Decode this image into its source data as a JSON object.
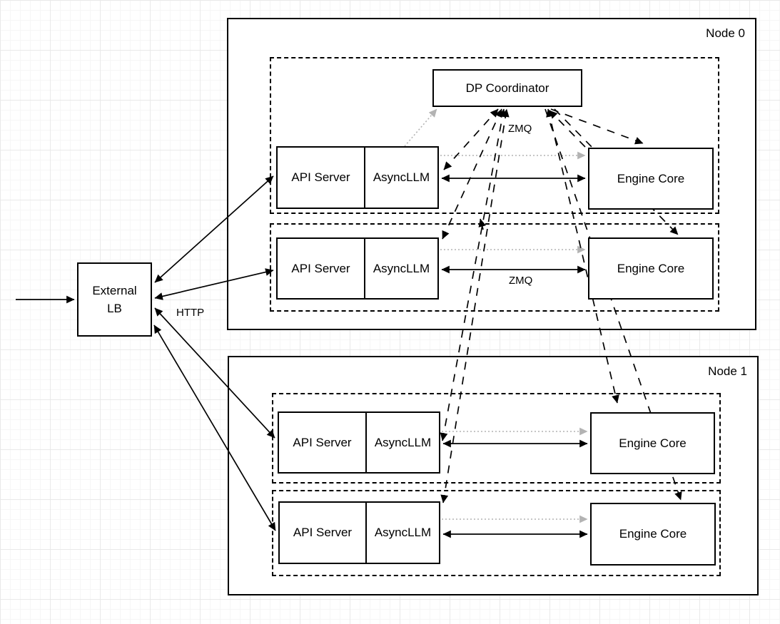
{
  "diagram": {
    "node0_label": "Node 0",
    "node1_label": "Node 1",
    "dp_coordinator_label": "DP Coordinator",
    "external_lb": {
      "line1": "External",
      "line2": "LB"
    },
    "edge_labels": {
      "http": "HTTP",
      "zmq_top": "ZMQ",
      "zmq_mid": "ZMQ"
    },
    "rows": [
      {
        "api_server": "API Server",
        "asyncllm": "AsyncLLM",
        "engine_core": "Engine Core"
      },
      {
        "api_server": "API Server",
        "asyncllm": "AsyncLLM",
        "engine_core": "Engine Core"
      },
      {
        "api_server": "API Server",
        "asyncllm": "AsyncLLM",
        "engine_core": "Engine Core"
      },
      {
        "api_server": "API Server",
        "asyncllm": "AsyncLLM",
        "engine_core": "Engine Core"
      }
    ],
    "colors": {
      "stroke": "#000000",
      "muted_arrow": "#b3b3b3",
      "background": "#ffffff"
    }
  }
}
